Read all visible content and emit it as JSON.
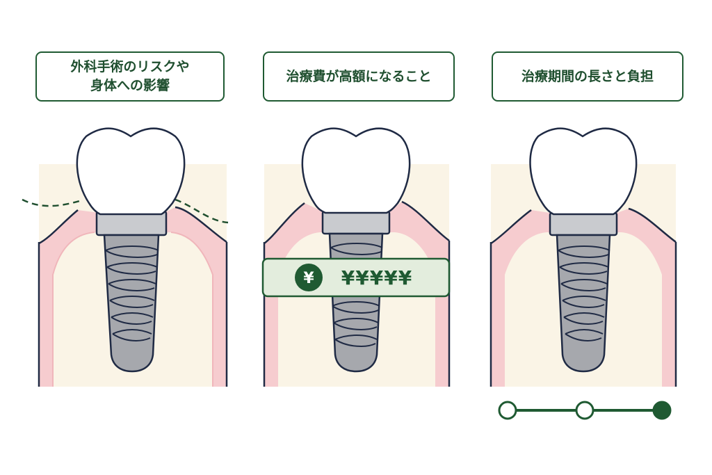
{
  "panels": [
    {
      "label_lines": [
        "外科手術のリスクや",
        "身体への影響"
      ]
    },
    {
      "label_lines": [
        "治療費が高額になること"
      ]
    },
    {
      "label_lines": [
        "治療期間の長さと負担"
      ]
    }
  ],
  "cost_badge": {
    "symbol": "¥",
    "text": "¥¥¥¥¥"
  },
  "timeline": {
    "steps": [
      "open",
      "open",
      "filled"
    ]
  },
  "colors": {
    "accent": "#1f5a32",
    "gum": "#f6cccf",
    "bone": "#faf4e6",
    "outline": "#1f2a44",
    "implant": "#a6a8ad",
    "cost_badge_bg": "#e3eddd"
  }
}
